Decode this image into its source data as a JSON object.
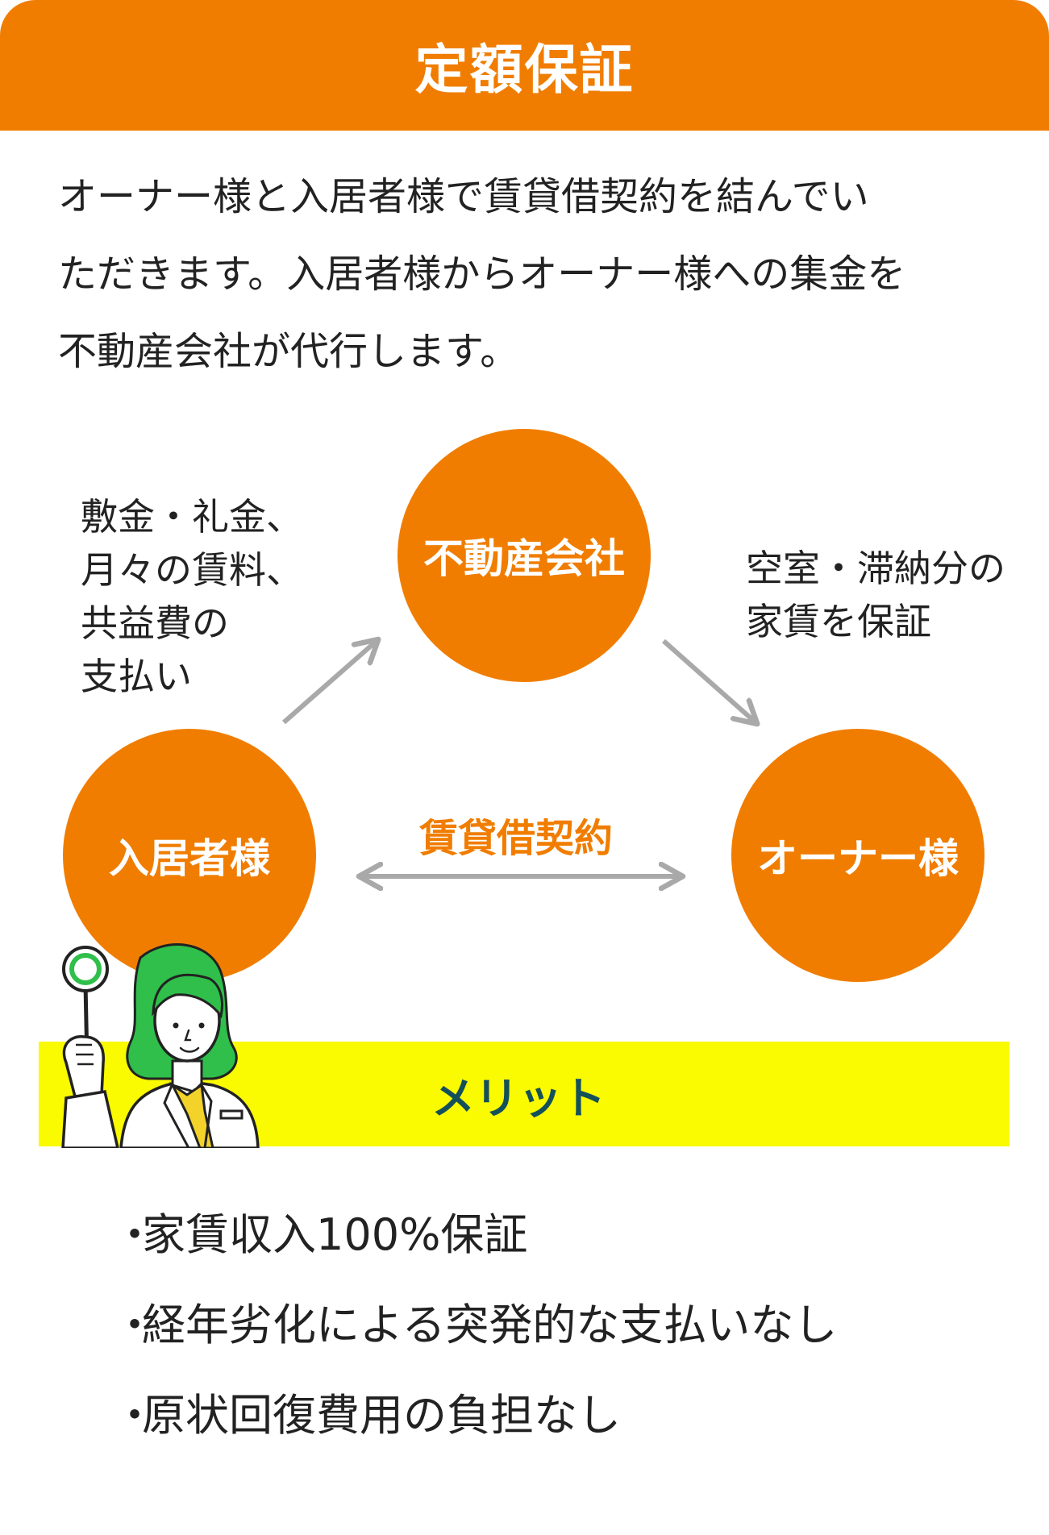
{
  "header": {
    "title": "定額保証"
  },
  "intro": {
    "lines": [
      "オーナー様と入居者様で賃貸借契約を結んでい",
      "ただきます。入居者様からオーナー様への集金を",
      "不動産会社が代行します。"
    ]
  },
  "diagram": {
    "company_label": "不動産会社",
    "tenant_label": "入居者様",
    "owner_label": "オーナー様",
    "contract_label": "賃貸借契約",
    "left_note": [
      "敷金・礼金、",
      "月々の賃料、",
      "共益費の",
      "支払い"
    ],
    "right_note": [
      "空室・滞納分の",
      "家賃を保証"
    ]
  },
  "merit": {
    "title": "メリット",
    "bullet": "・",
    "items": [
      "家賃収入100%保証",
      "経年劣化による突発的な支払いなし",
      "原状回復費用の負担なし"
    ]
  },
  "colors": {
    "accent": "#f07d00",
    "merit_band": "#fafa00",
    "merit_text": "#14505a",
    "arrow": "#a9a9a9",
    "hair": "#2fbf4a"
  }
}
